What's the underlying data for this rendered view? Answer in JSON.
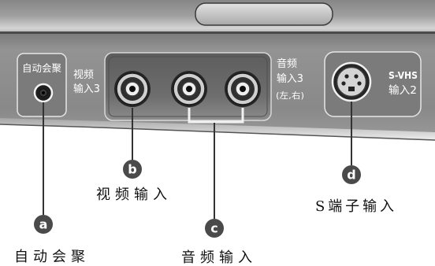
{
  "panel": {
    "auto_convergence": "自动会聚",
    "video_input": {
      "line1": "视频",
      "line2": "输入3"
    },
    "audio_input": {
      "line1": "音频",
      "line2": "输入3",
      "line3": "(左,右)"
    },
    "svhs_input": {
      "line1": "S-VHS",
      "line2": "输入2"
    }
  },
  "callouts": {
    "a": {
      "letter": "a",
      "label": "自动会聚"
    },
    "b": {
      "letter": "b",
      "label": "视频输入"
    },
    "c": {
      "letter": "c",
      "label": "音频输入"
    },
    "d": {
      "letter": "d",
      "label": "S端子输入"
    }
  },
  "colors": {
    "callout_fill": "#4a4a4a",
    "panel_label_text": "#ffffff",
    "caption_text": "#111111",
    "leader_line": "#333333"
  }
}
